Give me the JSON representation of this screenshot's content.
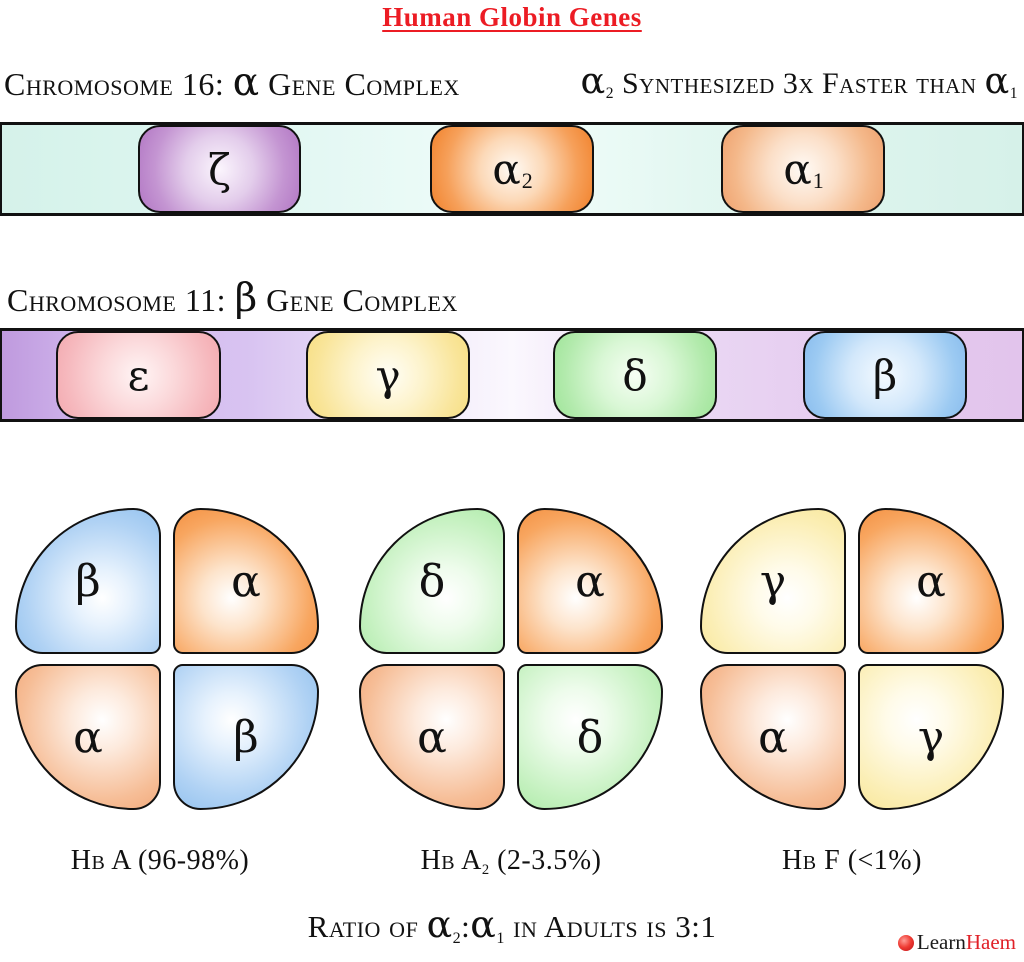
{
  "title": "Human Globin Genes",
  "colors": {
    "title_red": "#ec1c24",
    "logo_red": "#e02128",
    "outline_black": "#111111",
    "chr16_bar_teal": "#d5f2ea",
    "chr11_bar_purple": "#d2b8ee",
    "gene_zeta_purple": "#b277c4",
    "gene_alpha_orange": "#f1822c",
    "gene_alpha1_salmon": "#efa26f",
    "gene_epsilon_pink": "#f3aab0",
    "gene_gamma_yellow": "#f7df84",
    "gene_delta_green": "#a0e59a",
    "gene_beta_blue": "#8abdee"
  },
  "chromosome16": {
    "heading": {
      "pre": "Chromosome 16: ",
      "greek": "α",
      "post": " Gene Complex"
    },
    "note": {
      "g1": "α",
      "g1_sub": "2",
      "mid": " Synthesized 3x Faster than ",
      "g2": "α",
      "g2_sub": "1"
    },
    "genes": [
      {
        "name": "zeta",
        "symbol": "ζ",
        "sub": ""
      },
      {
        "name": "alpha-2",
        "symbol": "α",
        "sub": "2"
      },
      {
        "name": "alpha-1",
        "symbol": "α",
        "sub": "1"
      }
    ]
  },
  "chromosome11": {
    "heading": {
      "pre": "Chromosome 11: ",
      "greek": "β",
      "post": " Gene Complex"
    },
    "genes": [
      {
        "name": "epsilon",
        "symbol": "ε"
      },
      {
        "name": "gamma",
        "symbol": "γ"
      },
      {
        "name": "delta",
        "symbol": "δ"
      },
      {
        "name": "beta",
        "symbol": "β"
      }
    ]
  },
  "hemoglobins": [
    {
      "name": "hb-a",
      "label": {
        "pre": "Hb A",
        "sub": "",
        "post": " (96-98%)"
      },
      "quadrants": [
        {
          "position": "top-left",
          "symbol": "β",
          "color": "blue"
        },
        {
          "position": "top-right",
          "symbol": "α",
          "color": "orange"
        },
        {
          "position": "bottom-left",
          "symbol": "α",
          "color": "salmon"
        },
        {
          "position": "bottom-right",
          "symbol": "β",
          "color": "blue"
        }
      ]
    },
    {
      "name": "hb-a2",
      "label": {
        "pre": "Hb A",
        "sub": "2",
        "post": " (2-3.5%)"
      },
      "quadrants": [
        {
          "position": "top-left",
          "symbol": "δ",
          "color": "green"
        },
        {
          "position": "top-right",
          "symbol": "α",
          "color": "orange"
        },
        {
          "position": "bottom-left",
          "symbol": "α",
          "color": "salmon"
        },
        {
          "position": "bottom-right",
          "symbol": "δ",
          "color": "green"
        }
      ]
    },
    {
      "name": "hb-f",
      "label": {
        "pre": "Hb F",
        "sub": "",
        "post": " (<1%)"
      },
      "quadrants": [
        {
          "position": "top-left",
          "symbol": "γ",
          "color": "yellow"
        },
        {
          "position": "top-right",
          "symbol": "α",
          "color": "orange"
        },
        {
          "position": "bottom-left",
          "symbol": "α",
          "color": "salmon"
        },
        {
          "position": "bottom-right",
          "symbol": "γ",
          "color": "yellow"
        }
      ]
    }
  ],
  "footer": {
    "ratio": {
      "pre": "Ratio of ",
      "g1": "α",
      "g1_sub": "2",
      "colon": ":",
      "g2": "α",
      "g2_sub": "1",
      "post": " in Adults is 3:1"
    },
    "logo": {
      "learn": "Learn",
      "haem": "Haem"
    }
  }
}
